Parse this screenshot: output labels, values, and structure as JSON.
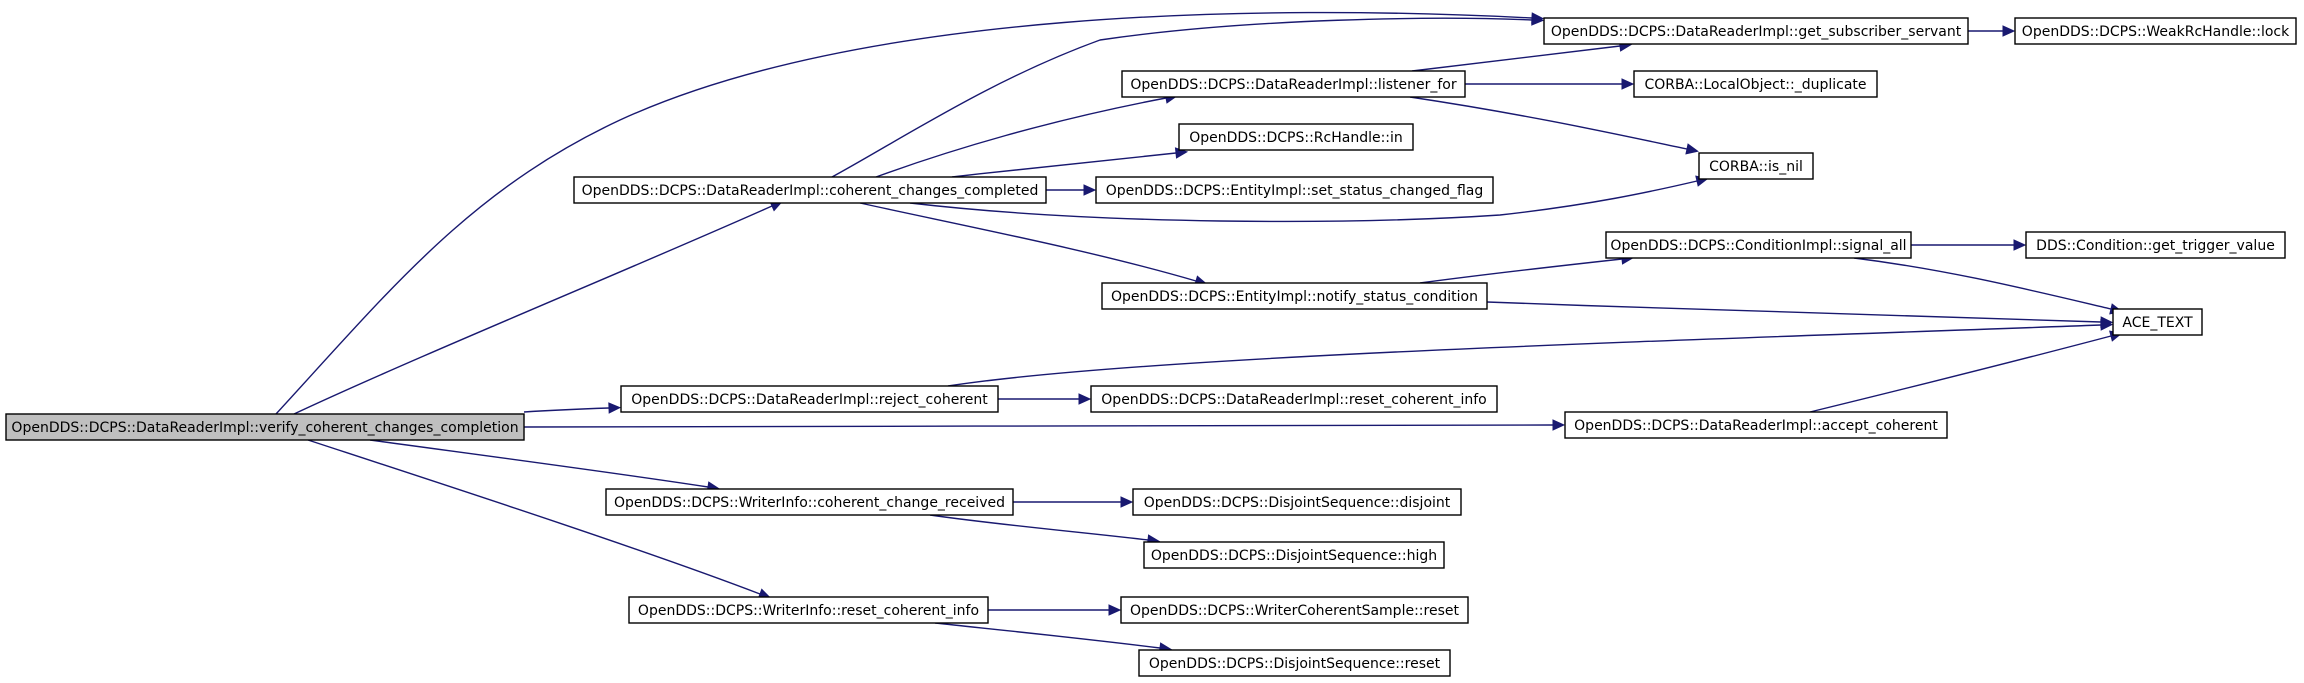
{
  "diagram": {
    "title": "",
    "root": "verify",
    "nodes": [
      {
        "id": "verify",
        "label": "OpenDDS::DCPS::DataReaderImpl::verify_coherent_changes_completion"
      },
      {
        "id": "gss",
        "label": "OpenDDS::DCPS::DataReaderImpl::get_subscriber_servant"
      },
      {
        "id": "lock",
        "label": "OpenDDS::DCPS::WeakRcHandle::lock"
      },
      {
        "id": "listener",
        "label": "OpenDDS::DCPS::DataReaderImpl::listener_for"
      },
      {
        "id": "dup",
        "label": "CORBA::LocalObject::_duplicate"
      },
      {
        "id": "rcin",
        "label": "OpenDDS::DCPS::RcHandle::in"
      },
      {
        "id": "isnil",
        "label": "CORBA::is_nil"
      },
      {
        "id": "ccc",
        "label": "OpenDDS::DCPS::DataReaderImpl::coherent_changes_completed"
      },
      {
        "id": "sscf",
        "label": "OpenDDS::DCPS::EntityImpl::set_status_changed_flag"
      },
      {
        "id": "signal",
        "label": "OpenDDS::DCPS::ConditionImpl::signal_all"
      },
      {
        "id": "gtv",
        "label": "DDS::Condition::get_trigger_value"
      },
      {
        "id": "nsc",
        "label": "OpenDDS::DCPS::EntityImpl::notify_status_condition"
      },
      {
        "id": "ace",
        "label": "ACE_TEXT"
      },
      {
        "id": "reject",
        "label": "OpenDDS::DCPS::DataReaderImpl::reject_coherent"
      },
      {
        "id": "rci_dr",
        "label": "OpenDDS::DCPS::DataReaderImpl::reset_coherent_info"
      },
      {
        "id": "accept",
        "label": "OpenDDS::DCPS::DataReaderImpl::accept_coherent"
      },
      {
        "id": "ccr",
        "label": "OpenDDS::DCPS::WriterInfo::coherent_change_received"
      },
      {
        "id": "disjoint",
        "label": "OpenDDS::DCPS::DisjointSequence::disjoint"
      },
      {
        "id": "high",
        "label": "OpenDDS::DCPS::DisjointSequence::high"
      },
      {
        "id": "rci_wi",
        "label": "OpenDDS::DCPS::WriterInfo::reset_coherent_info"
      },
      {
        "id": "wcs_reset",
        "label": "OpenDDS::DCPS::WriterCoherentSample::reset"
      },
      {
        "id": "ds_reset",
        "label": "OpenDDS::DCPS::DisjointSequence::reset"
      }
    ],
    "edges": [
      {
        "from": "verify",
        "to": "gss"
      },
      {
        "from": "verify",
        "to": "ccc"
      },
      {
        "from": "verify",
        "to": "reject"
      },
      {
        "from": "verify",
        "to": "accept"
      },
      {
        "from": "verify",
        "to": "ccr"
      },
      {
        "from": "verify",
        "to": "rci_wi"
      },
      {
        "from": "gss",
        "to": "lock"
      },
      {
        "from": "listener",
        "to": "gss"
      },
      {
        "from": "listener",
        "to": "dup"
      },
      {
        "from": "listener",
        "to": "isnil"
      },
      {
        "from": "ccc",
        "to": "gss"
      },
      {
        "from": "ccc",
        "to": "listener"
      },
      {
        "from": "ccc",
        "to": "rcin"
      },
      {
        "from": "ccc",
        "to": "sscf"
      },
      {
        "from": "ccc",
        "to": "isnil"
      },
      {
        "from": "ccc",
        "to": "nsc"
      },
      {
        "from": "nsc",
        "to": "signal"
      },
      {
        "from": "nsc",
        "to": "ace"
      },
      {
        "from": "signal",
        "to": "gtv"
      },
      {
        "from": "signal",
        "to": "ace"
      },
      {
        "from": "reject",
        "to": "rci_dr"
      },
      {
        "from": "reject",
        "to": "ace"
      },
      {
        "from": "accept",
        "to": "ace"
      },
      {
        "from": "ccr",
        "to": "disjoint"
      },
      {
        "from": "ccr",
        "to": "high"
      },
      {
        "from": "rci_wi",
        "to": "wcs_reset"
      },
      {
        "from": "rci_wi",
        "to": "ds_reset"
      }
    ]
  },
  "colors": {
    "edge": "#191970",
    "node_border": "#000000",
    "node_fill": "#ffffff",
    "root_fill": "#bfbfbf",
    "background": "#ffffff"
  }
}
